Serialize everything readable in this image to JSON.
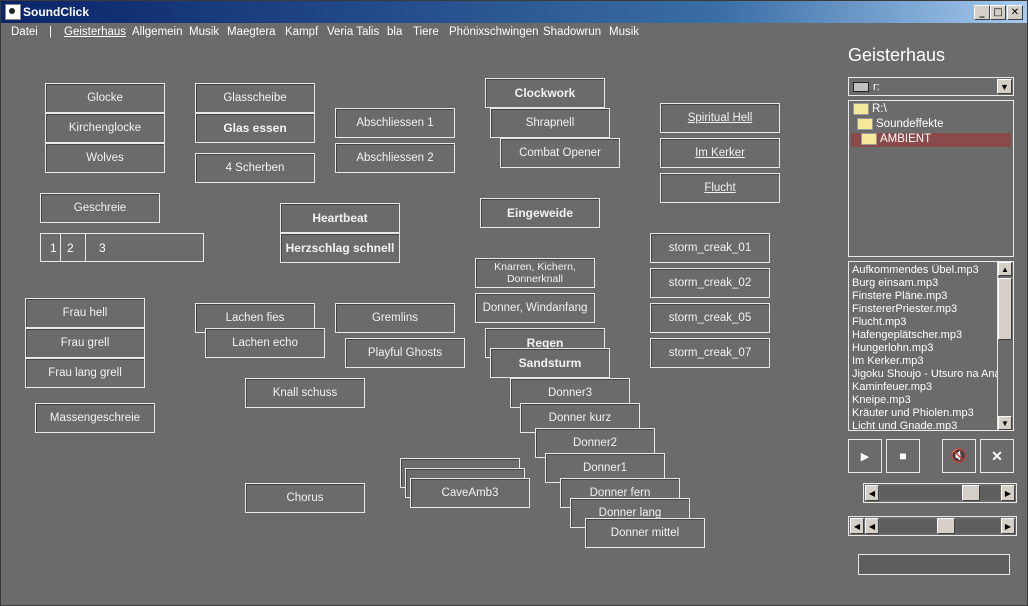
{
  "app": {
    "title": "SoundClick"
  },
  "window_controls": {
    "minimize": "_",
    "maximize": "□",
    "close": "✕"
  },
  "menu": [
    {
      "label": "Datei"
    },
    {
      "label": "|"
    },
    {
      "label": "Geisterhaus",
      "active": true
    },
    {
      "label": "Allgemein"
    },
    {
      "label": "Musik"
    },
    {
      "label": "Maegtera"
    },
    {
      "label": "Kampf"
    },
    {
      "label": "Veria Talis"
    },
    {
      "label": "bla"
    },
    {
      "label": "Tiere"
    },
    {
      "label": "Phönixschwingen"
    },
    {
      "label": "Shadowrun"
    },
    {
      "label": "Musik"
    }
  ],
  "sound_buttons": [
    {
      "label": "Glocke"
    },
    {
      "label": "Kirchenglocke"
    },
    {
      "label": "Wolves"
    },
    {
      "label": "Glasscheibe"
    },
    {
      "label": "Glas essen"
    },
    {
      "label": "4 Scherben"
    },
    {
      "label": "Abschliessen 1"
    },
    {
      "label": "Abschliessen 2"
    },
    {
      "label": "Clockwork"
    },
    {
      "label": "Shrapnell"
    },
    {
      "label": "Combat Opener"
    },
    {
      "label": "Spiritual Hell"
    },
    {
      "label": "Im Kerker"
    },
    {
      "label": "Flucht"
    },
    {
      "label": "Geschreie"
    },
    {
      "label": "Heartbeat"
    },
    {
      "label": "Herzschlag schnell"
    },
    {
      "label": "Eingeweide"
    },
    {
      "label": "storm_creak_01"
    },
    {
      "label": "Knarren, Kichern, Donnerknall"
    },
    {
      "label": "storm_creak_02"
    },
    {
      "label": "Frau hell"
    },
    {
      "label": "Lachen fies"
    },
    {
      "label": "Gremlins"
    },
    {
      "label": "Donner, Windanfang"
    },
    {
      "label": "storm_creak_05"
    },
    {
      "label": "Lachen echo"
    },
    {
      "label": "Frau grell"
    },
    {
      "label": "Playful Ghosts"
    },
    {
      "label": "Regen"
    },
    {
      "label": "storm_creak_07"
    },
    {
      "label": "Sandsturm"
    },
    {
      "label": "Frau lang grell"
    },
    {
      "label": "Donner3"
    },
    {
      "label": "Knall schuss"
    },
    {
      "label": "Massengeschreie"
    },
    {
      "label": "Donner kurz"
    },
    {
      "label": "Donner2"
    },
    {
      "label": "Donner1"
    },
    {
      "label": ""
    },
    {
      "label": ""
    },
    {
      "label": "CaveAmb3"
    },
    {
      "label": "Chorus"
    },
    {
      "label": "Donner fern"
    },
    {
      "label": "Donner lang"
    },
    {
      "label": "Donner mittel"
    }
  ],
  "pages": [
    "1",
    "2",
    "3"
  ],
  "panel": {
    "title": "Geisterhaus",
    "drive": "r:",
    "tree": [
      "R:\\",
      "Soundeffekte",
      "AMBIENT"
    ],
    "files": [
      "Aufkommendes Übel.mp3",
      "Burg einsam.mp3",
      "Finstere Pläne.mp3",
      "FinstererPriester.mp3",
      "Flucht.mp3",
      "Hafengeplätscher.mp3",
      "Hungerlohn.mp3",
      "Im Kerker.mp3",
      "Jigoku Shoujo - Utsuro na Ana.",
      "Kaminfeuer.mp3",
      "Kneipe.mp3",
      "Kräuter und Phiolen.mp3",
      "Licht und Gnade.mp3"
    ],
    "controls": {
      "play": "▶",
      "stop": "■",
      "mute": "🔇",
      "close": "✕"
    }
  }
}
